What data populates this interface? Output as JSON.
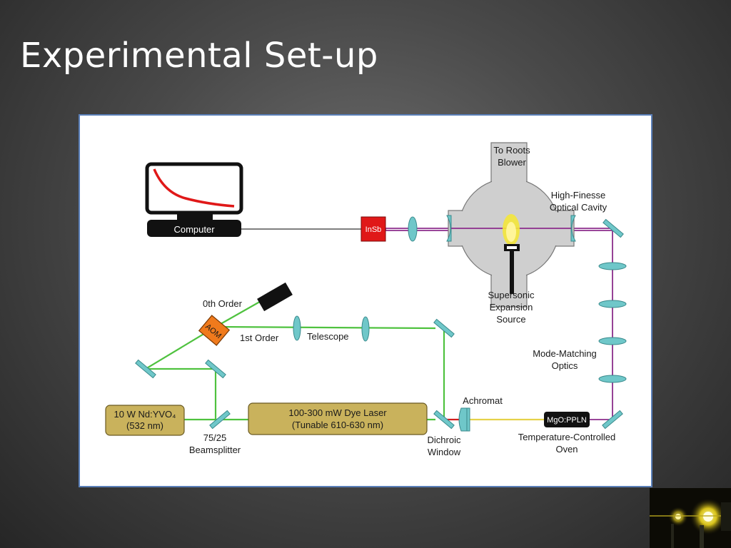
{
  "slide": {
    "title": "Experimental Set-up"
  },
  "diagram": {
    "computer_label": "Computer",
    "detector_label": "InSb",
    "roots_blower_label": [
      "To Roots",
      "Blower"
    ],
    "cavity_label": [
      "High-Finesse",
      "Optical Cavity"
    ],
    "source_label": [
      "Supersonic",
      "Expansion",
      "Source"
    ],
    "zeroth_order_label": "0th Order",
    "aom_label": "AOM",
    "first_order_label": "1st Order",
    "telescope_label": "Telescope",
    "mode_matching_label": [
      "Mode-Matching",
      "Optics"
    ],
    "pump_laser_label": [
      "10 W Nd:YVO₄",
      "(532 nm)"
    ],
    "beamsplitter_label": [
      "75/25",
      "Beamsplitter"
    ],
    "dye_laser_label": [
      "100-300 mW Dye Laser",
      "(Tunable 610-630 nm)"
    ],
    "dichroic_label": [
      "Dichroic",
      "Window"
    ],
    "achromat_label": "Achromat",
    "crystal_label": "MgO:PPLN",
    "oven_label": [
      "Temperature-Controlled",
      "Oven"
    ]
  },
  "colors": {
    "green_beam": "#4fc23f",
    "red_beam": "#d21e1e",
    "purple_beam": "#8b2d8b",
    "yellow_beam": "#e6d24a",
    "optic_teal": "#6fc7c9",
    "laser_box": "#c9b25c",
    "aom_orange": "#f07a1c",
    "detector_red": "#e01818",
    "panel_border": "#5a7fb8"
  }
}
